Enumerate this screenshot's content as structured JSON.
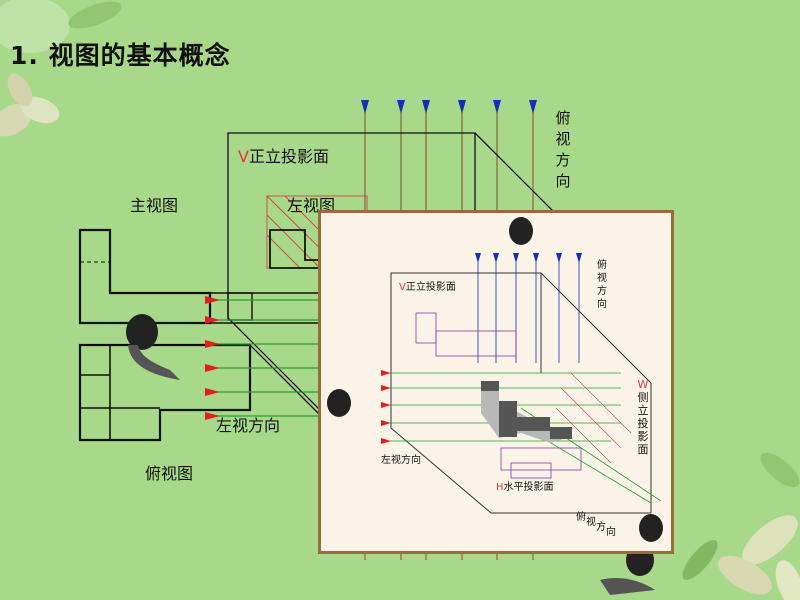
{
  "title": "1. 视图的基本概念",
  "main": {
    "v_plane_letter": "V",
    "v_plane_text": "正立投影面",
    "front_view": "主视图",
    "left_view": "左视图",
    "top_view": "俯视图",
    "left_direction": "左视方向",
    "top_direction": [
      "俯",
      "视",
      "方",
      "向"
    ]
  },
  "inset": {
    "v_plane_letter": "V",
    "v_plane_text": "正立投影面",
    "top_direction": [
      "俯",
      "视",
      "方",
      "向"
    ],
    "w_letter": "W",
    "w_text": [
      "侧",
      "立",
      "投",
      "影",
      "面"
    ],
    "left_direction": "左视方向",
    "h_letter": "H",
    "h_text": "水平投影面",
    "bottom_direction": [
      "俯",
      "视",
      "方",
      "向"
    ]
  },
  "colors": {
    "background": "#a8d98a",
    "inset_bg": "#f9f3e8",
    "inset_border": "#9a6b3e",
    "red_arrow": "#e02020",
    "green_line": "#2a9d2a",
    "blue_arrow": "#1a2fb0",
    "plane_letter": "#e33"
  }
}
